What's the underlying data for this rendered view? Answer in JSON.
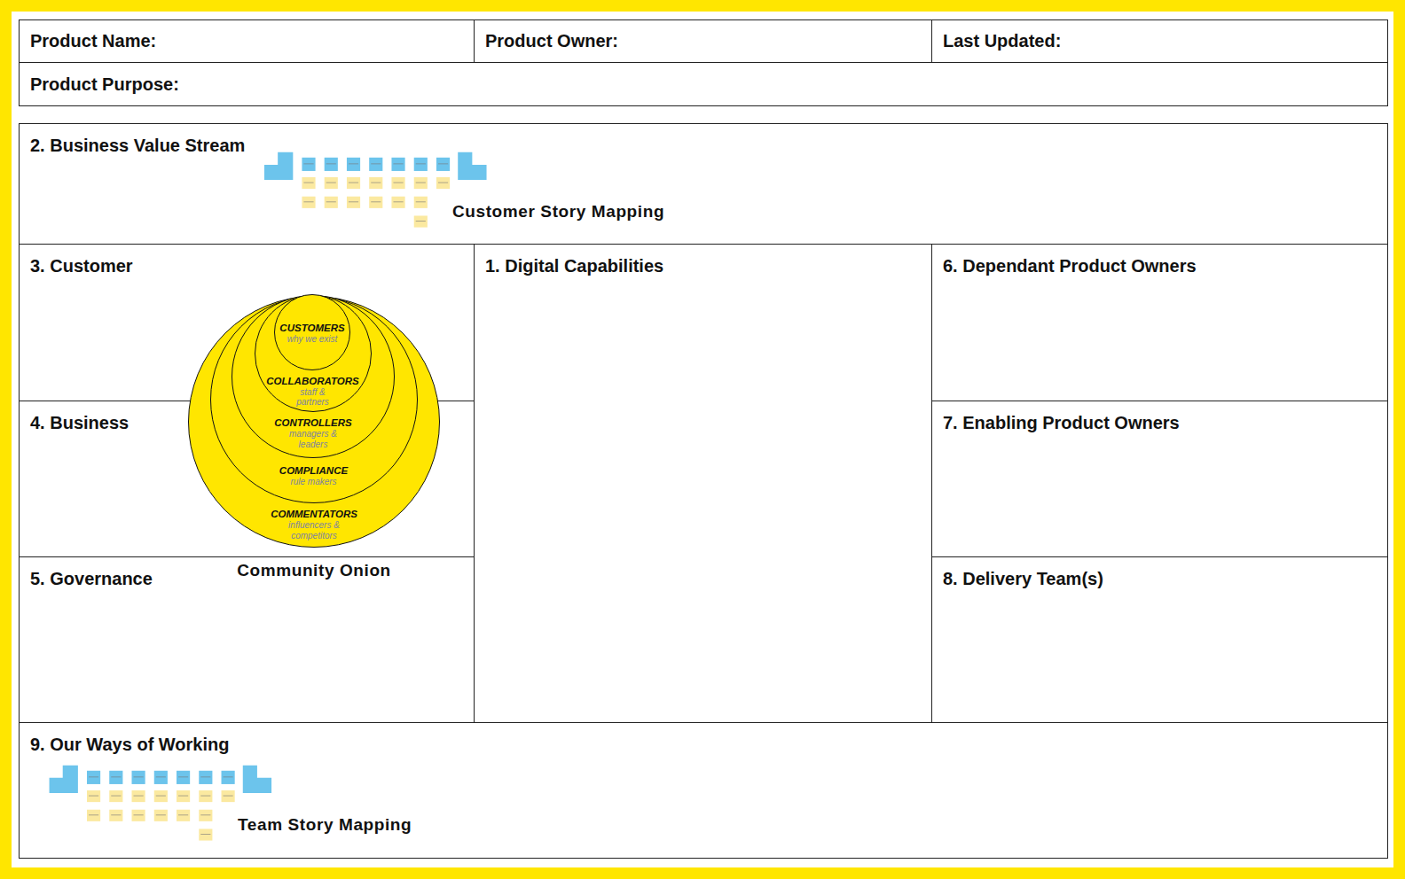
{
  "diagram": {
    "nodes": [
      {
        "text": [
          "Product Name:"
        ]
      },
      {
        "text": [
          "Product Owner:"
        ]
      },
      {
        "text": [
          "Last Updated:"
        ]
      },
      {
        "text": [
          "Product Purpose:"
        ]
      },
      {
        "text": [
          "2. Business Value Stream"
        ]
      },
      {
        "text": [
          "3. Customer"
        ]
      },
      {
        "text": [
          "1. Digital Capabilities"
        ]
      },
      {
        "text": [
          "6. Dependant Product Owners"
        ]
      },
      {
        "text": [
          "4. Business"
        ]
      },
      {
        "text": [
          "7. Enabling Product Owners"
        ]
      },
      {
        "text": [
          "5. Governance"
        ]
      },
      {
        "text": [
          "8. Delivery Team(s)"
        ]
      },
      {
        "text": [
          "9. Our Ways of Working"
        ]
      },
      {
        "text": [
          "COMMENTATORS",
          "influencers & competitors"
        ]
      },
      {
        "text": [
          "COMPLIANCE",
          "rule makers"
        ],
        "in": 13
      },
      {
        "text": [
          "CONTROLLERS",
          "managers & leaders"
        ],
        "in": 14
      },
      {
        "text": [
          "COLLABORATORS",
          "staff & partners"
        ],
        "in": 15
      },
      {
        "text": [
          "CUSTOMERS",
          "why we exist"
        ],
        "in": 16
      }
    ],
    "labels": [
      "Customer Story Mapping",
      "Community Onion",
      "Team Story Mapping"
    ]
  }
}
